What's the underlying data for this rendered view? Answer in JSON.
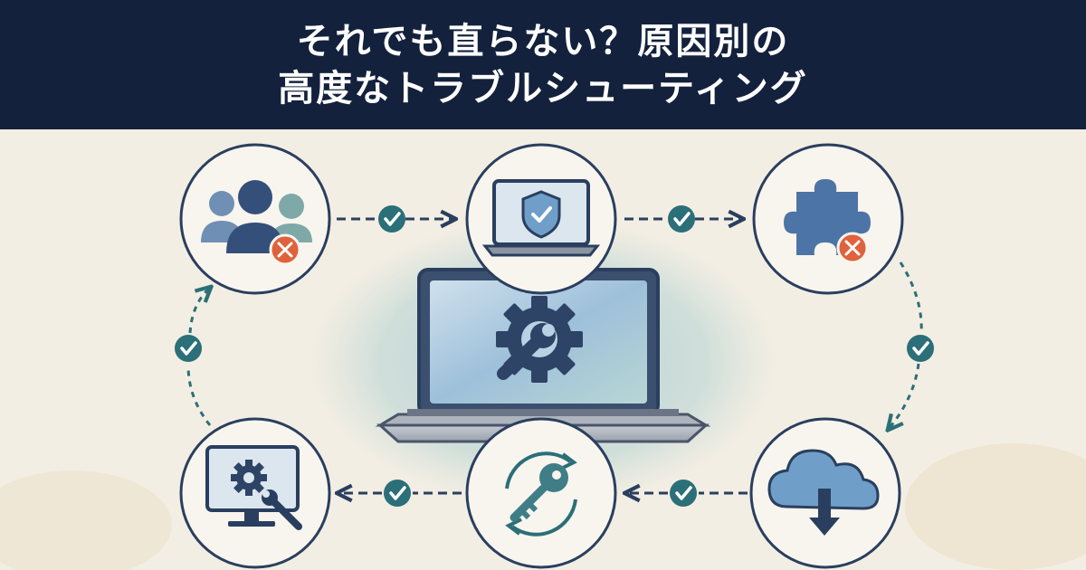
{
  "header": {
    "title_lines": [
      "それでも直らない？原因別の",
      "高度なトラブルシューティング"
    ]
  },
  "colors": {
    "header_bg": "#14213d",
    "paper_bg": "#f3eee3",
    "navy": "#2a3f5f",
    "teal_check": "#2b6f78",
    "red_x": "#e0623c",
    "blue_wash": "#6f9fc8"
  },
  "diagram": {
    "center_icon": "laptop-wrench-gear-icon",
    "steps": [
      {
        "icon": "users-error-icon",
        "status": "error"
      },
      {
        "icon": "laptop-shield-check-icon",
        "status": "ok"
      },
      {
        "icon": "puzzle-error-icon",
        "status": "error"
      },
      {
        "icon": "cloud-download-icon",
        "status": "ok"
      },
      {
        "icon": "key-refresh-icon",
        "status": "ok"
      },
      {
        "icon": "monitor-gear-wrench-icon",
        "status": "ok"
      }
    ]
  }
}
